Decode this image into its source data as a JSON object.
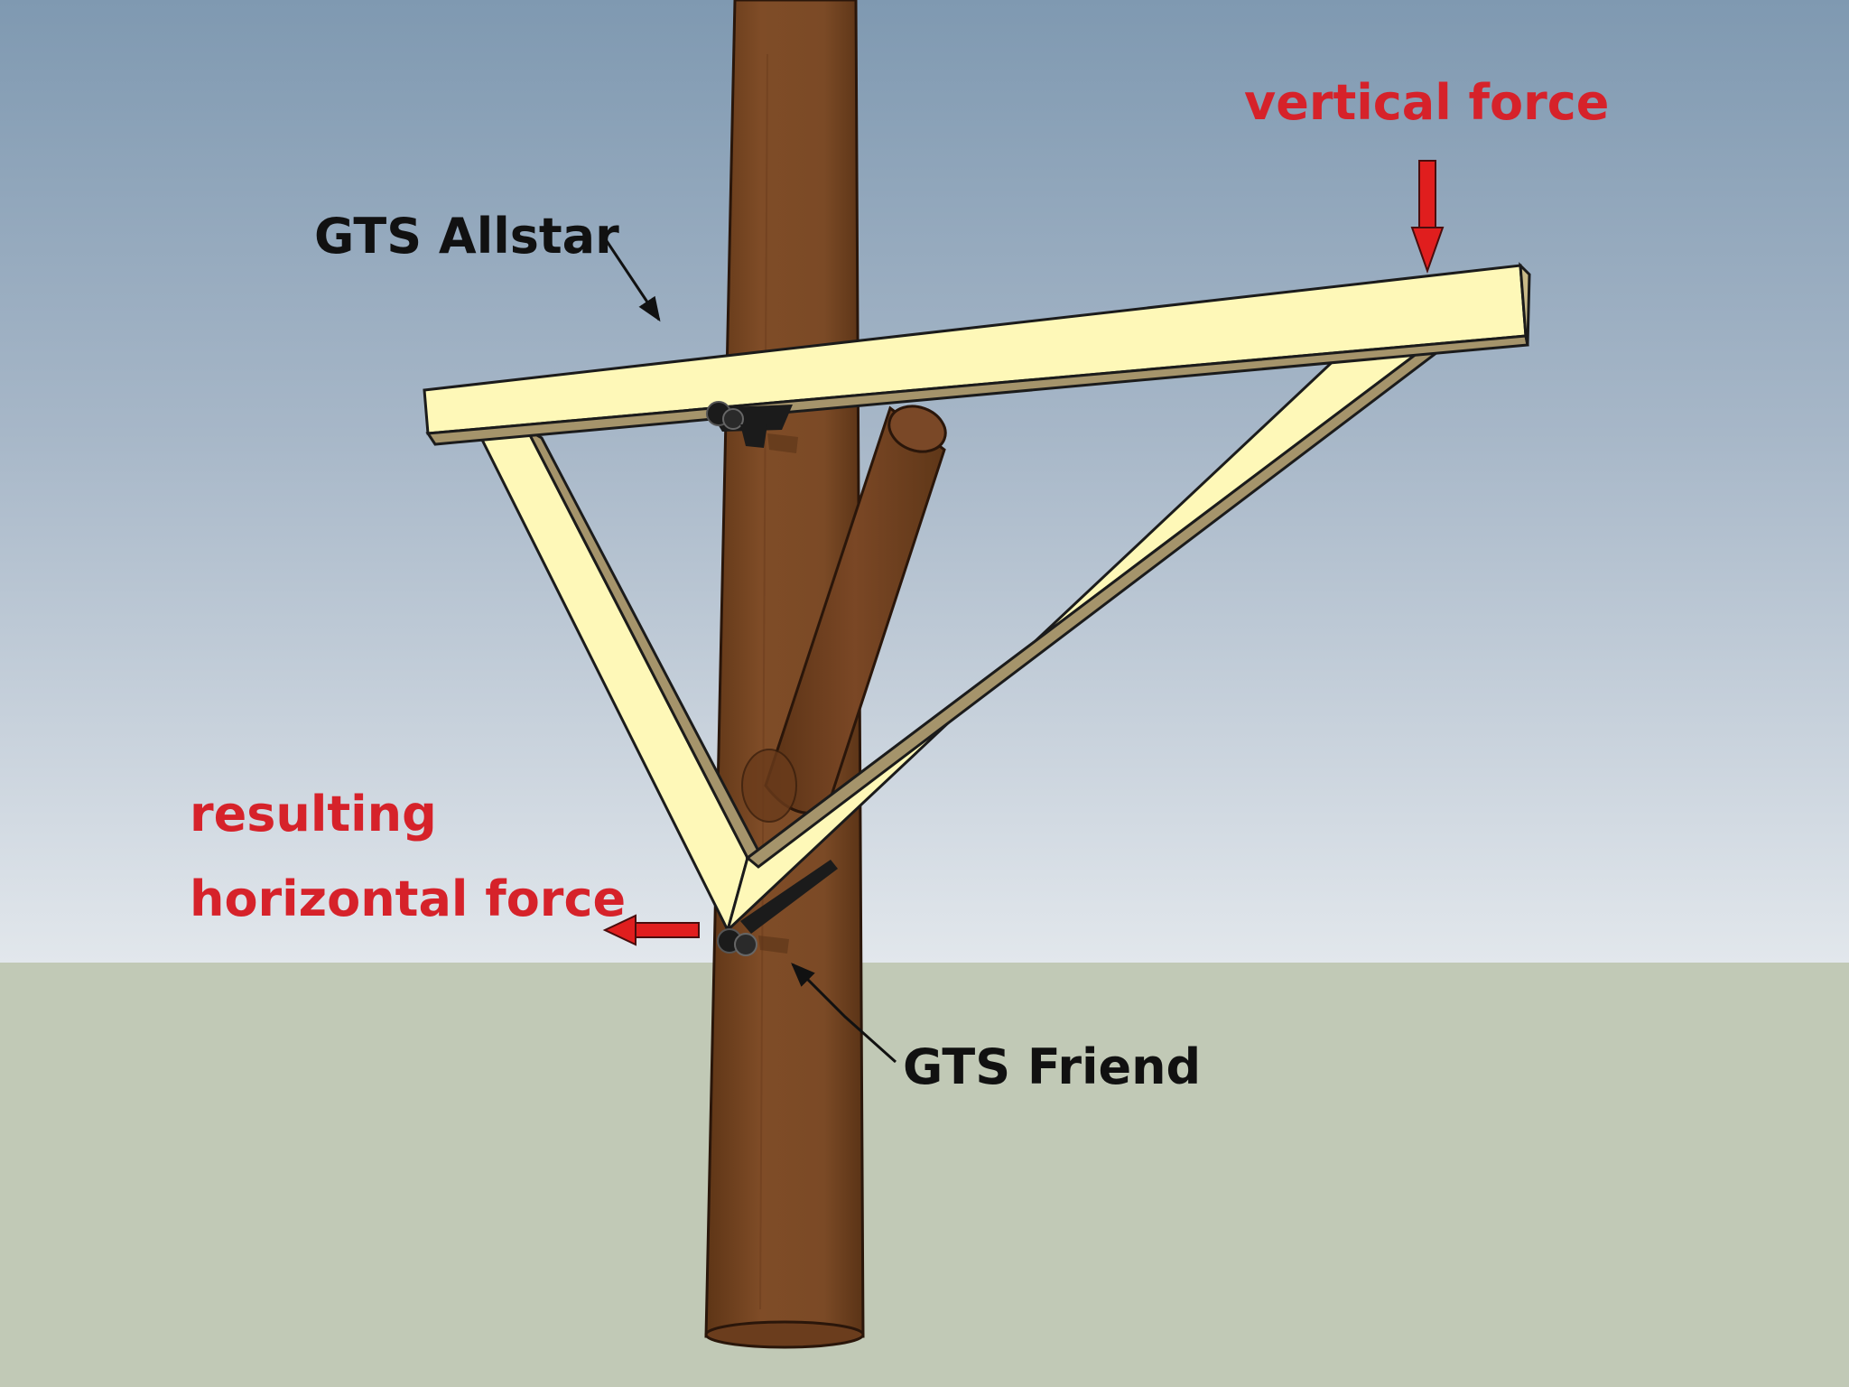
{
  "labels": {
    "allstar": "GTS Allstar",
    "friend": "GTS Friend",
    "vertical_force": "vertical force",
    "horizontal_force_line1": "resulting",
    "horizontal_force_line2": "horizontal force"
  },
  "colors": {
    "sky_top": "#7f99b1",
    "sky_bottom": "#e2e7ec",
    "ground": "#c1c9b6",
    "trunk": "#7c4a26",
    "beam_face": "#fef8b8",
    "beam_side": "#a5946b",
    "force_label": "#d6222a",
    "force_arrow": "#e01e1e",
    "callout_text": "#111111",
    "bracket": "#1b1b1b"
  }
}
